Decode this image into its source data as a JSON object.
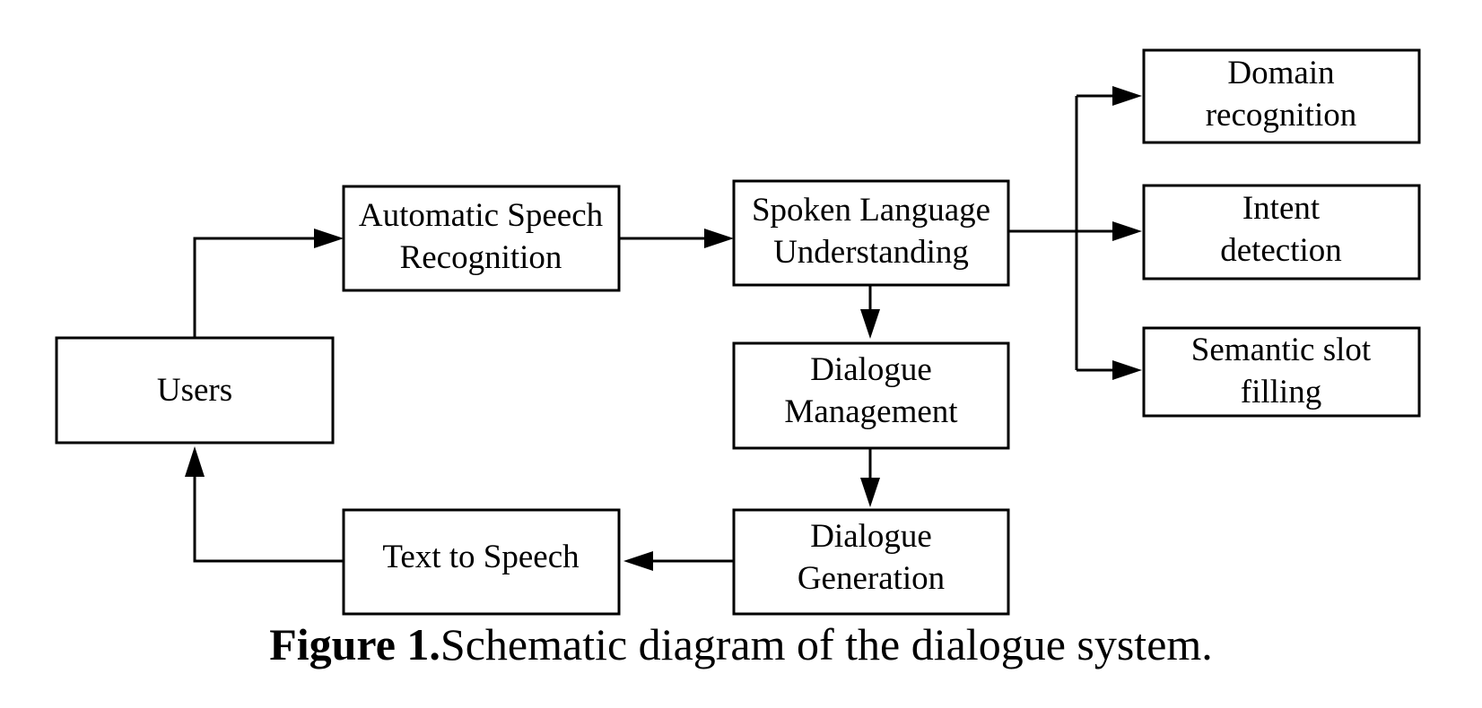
{
  "diagram": {
    "nodes": {
      "users": [
        "Users"
      ],
      "asr": [
        "Automatic Speech",
        "Recognition"
      ],
      "slu": [
        "Spoken Language",
        "Understanding"
      ],
      "dm": [
        "Dialogue",
        "Management"
      ],
      "dg": [
        "Dialogue",
        "Generation"
      ],
      "tts": [
        "Text to Speech"
      ],
      "domain": [
        "Domain",
        "recognition"
      ],
      "intent": [
        "Intent",
        "detection"
      ],
      "slot": [
        "Semantic slot",
        "filling"
      ]
    }
  },
  "caption": {
    "label": "Figure 1.",
    "text": "Schematic diagram of the dialogue system."
  }
}
